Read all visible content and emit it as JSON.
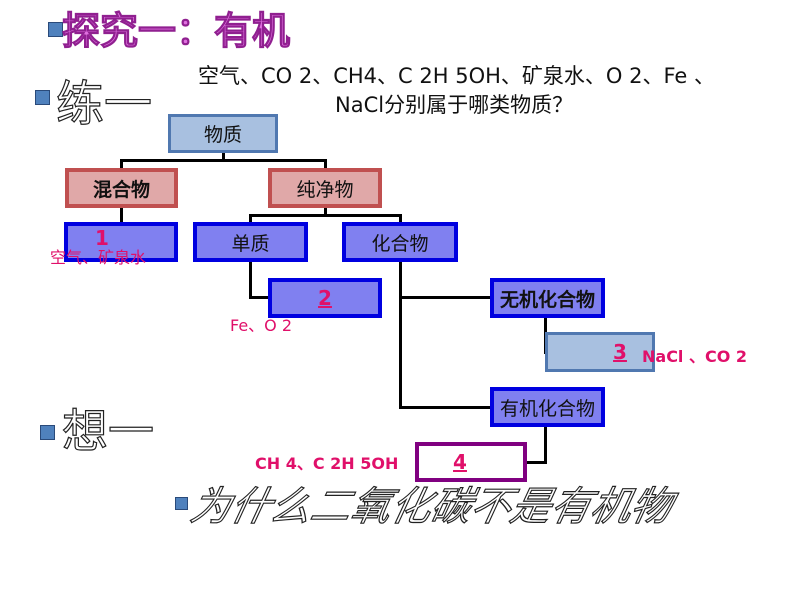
{
  "title": "探究一：有机",
  "exercise": {
    "label": "练一",
    "question_line1": "空气、CO 2、CH4、C 2H 5OH、矿泉水、O 2、Fe 、",
    "question_line2": "NaCl分别属于哪类物质？"
  },
  "diagram": {
    "root": "物质",
    "mixture": "混合物",
    "pure": "纯净物",
    "box1": "1",
    "element": "单质",
    "compound": "化合物",
    "box2": "2",
    "inorganic": "无机化合物",
    "box3": "3",
    "organic": "有机化合物",
    "box4": "4"
  },
  "answers": {
    "a1": "空气、矿泉水",
    "a2": "Fe、O 2",
    "a3": "NaCl 、CO 2",
    "a4": "CH 4、C 2H 5OH"
  },
  "think": {
    "label": "想一",
    "question": "为什么二氧化碳不是有机物"
  },
  "colors": {
    "title": "#e070e0",
    "answer": "#e0106a",
    "bullet": "#4f81bd"
  }
}
